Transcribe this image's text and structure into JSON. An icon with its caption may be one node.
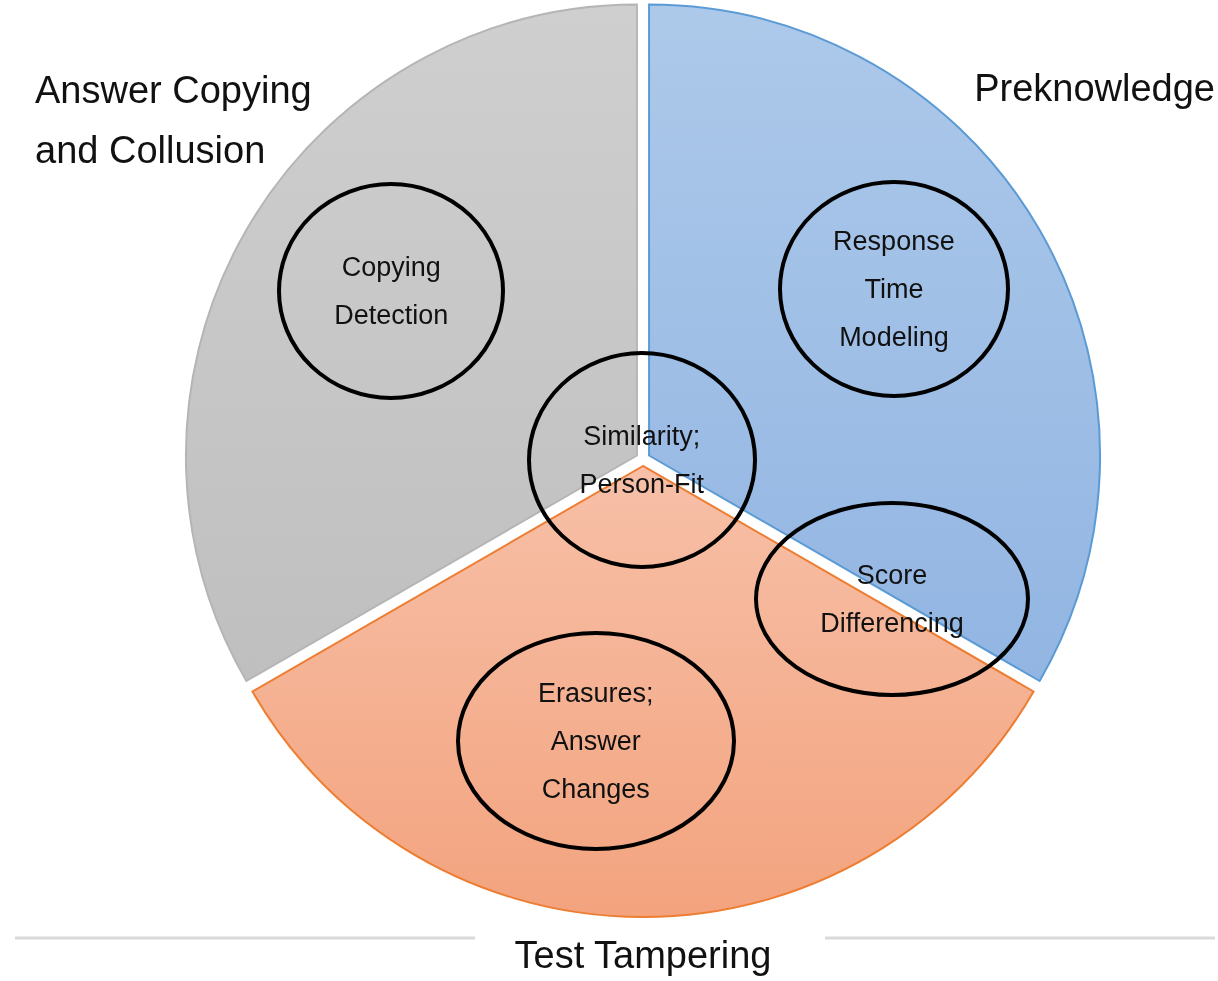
{
  "diagram": {
    "nodes": [
      {
        "text": [
          "Answer Copying and Collusion"
        ]
      },
      {
        "text": [
          "Preknowledge"
        ]
      },
      {
        "text": [
          "Copying Detection"
        ],
        "in": 0
      },
      {
        "text": [
          "Response Time Modeling"
        ],
        "in": 1
      },
      {
        "text": [
          "Similarity; Person-Fit"
        ]
      },
      {
        "text": [
          "Score Differencing"
        ]
      },
      {
        "text": [
          "Test Tampering"
        ]
      },
      {
        "text": [
          "Erasures; Answer Changes"
        ],
        "in": 6
      }
    ],
    "edges": []
  }
}
